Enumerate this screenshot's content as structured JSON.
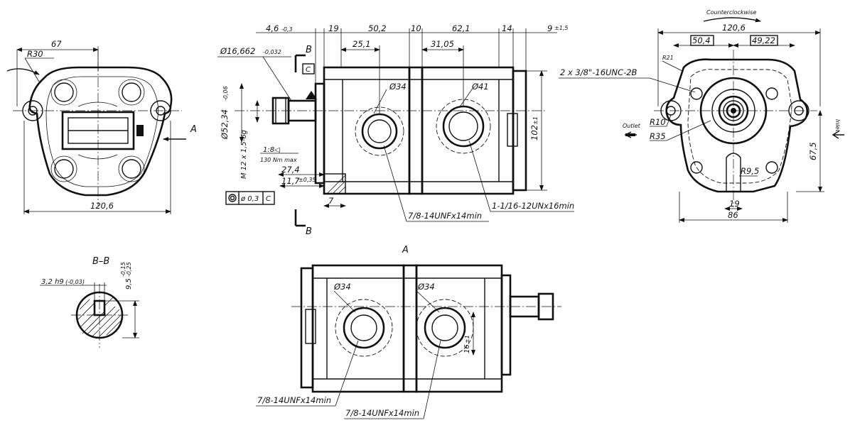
{
  "labels": {
    "view_a_top": "A",
    "view_a_bottom": "A",
    "section_b_top": "B",
    "section_b_bottom": "B",
    "section_title": "B–B",
    "outlet": "Outlet",
    "inlet": "Inlet",
    "rotation": "Counterclockwise"
  },
  "front_view": {
    "dim_67": "67",
    "dim_r30": "R30",
    "dim_120_6": "120,6"
  },
  "side_view": {
    "dim_4_6": "4,6",
    "tol_4_6": "-0,3",
    "dim_19": "19",
    "dim_50_2": "50,2",
    "dim_10": "10",
    "dim_62_1": "62,1",
    "dim_14": "14",
    "dim_9": "9",
    "tol_9": "±1,5",
    "dim_25_1": "25,1",
    "dim_31_05": "31,05",
    "dia_16_662": "Ø16,662",
    "tol_16_662": "-0,032",
    "datum_c": "C",
    "dia_52_34": "Ø52,34",
    "tol_52_34": "-0,06",
    "thread_m12": "M 12 x 1,5-6g",
    "dia_34": "Ø34",
    "dia_41": "Ø41",
    "dim_102": "102",
    "tol_102": "±1",
    "taper": "1:8◁",
    "torque": "130 Nm max",
    "dim_27_4": "27,4",
    "dim_11_7": "11,7",
    "tol_11_7": "±0,35",
    "dim_7": "7",
    "frame_tol": "ø 0,3",
    "frame_datum": "C",
    "port_1": "7/8-14UNFx14min",
    "port_2": "1-1/16-12UNx16min"
  },
  "rear_view": {
    "dim_120_6": "120,6",
    "dim_50_4": "50,4",
    "dim_49_22": "49,22",
    "dim_r21": "R21",
    "thread_label": "2 x 3/8\"-16UNC-2B",
    "dim_r10": "R10",
    "dim_r35": "R35",
    "dim_r9_5": "R9,5",
    "dim_19": "19",
    "dim_86": "86",
    "dim_67_5": "67,5"
  },
  "section_view": {
    "key_width": "3,2 h9",
    "key_tol": "(-0,03)",
    "key_depth": "9,5",
    "key_depth_tol_top": "-0,15",
    "key_depth_tol_bottom": "-0,25"
  },
  "bottom_view": {
    "dia_34_left": "Ø34",
    "dia_34_right": "Ø34",
    "dim_16": "16",
    "tol_16": "±1",
    "port_left": "7/8-14UNFx14min",
    "port_right": "7/8-14UNFx14min"
  }
}
